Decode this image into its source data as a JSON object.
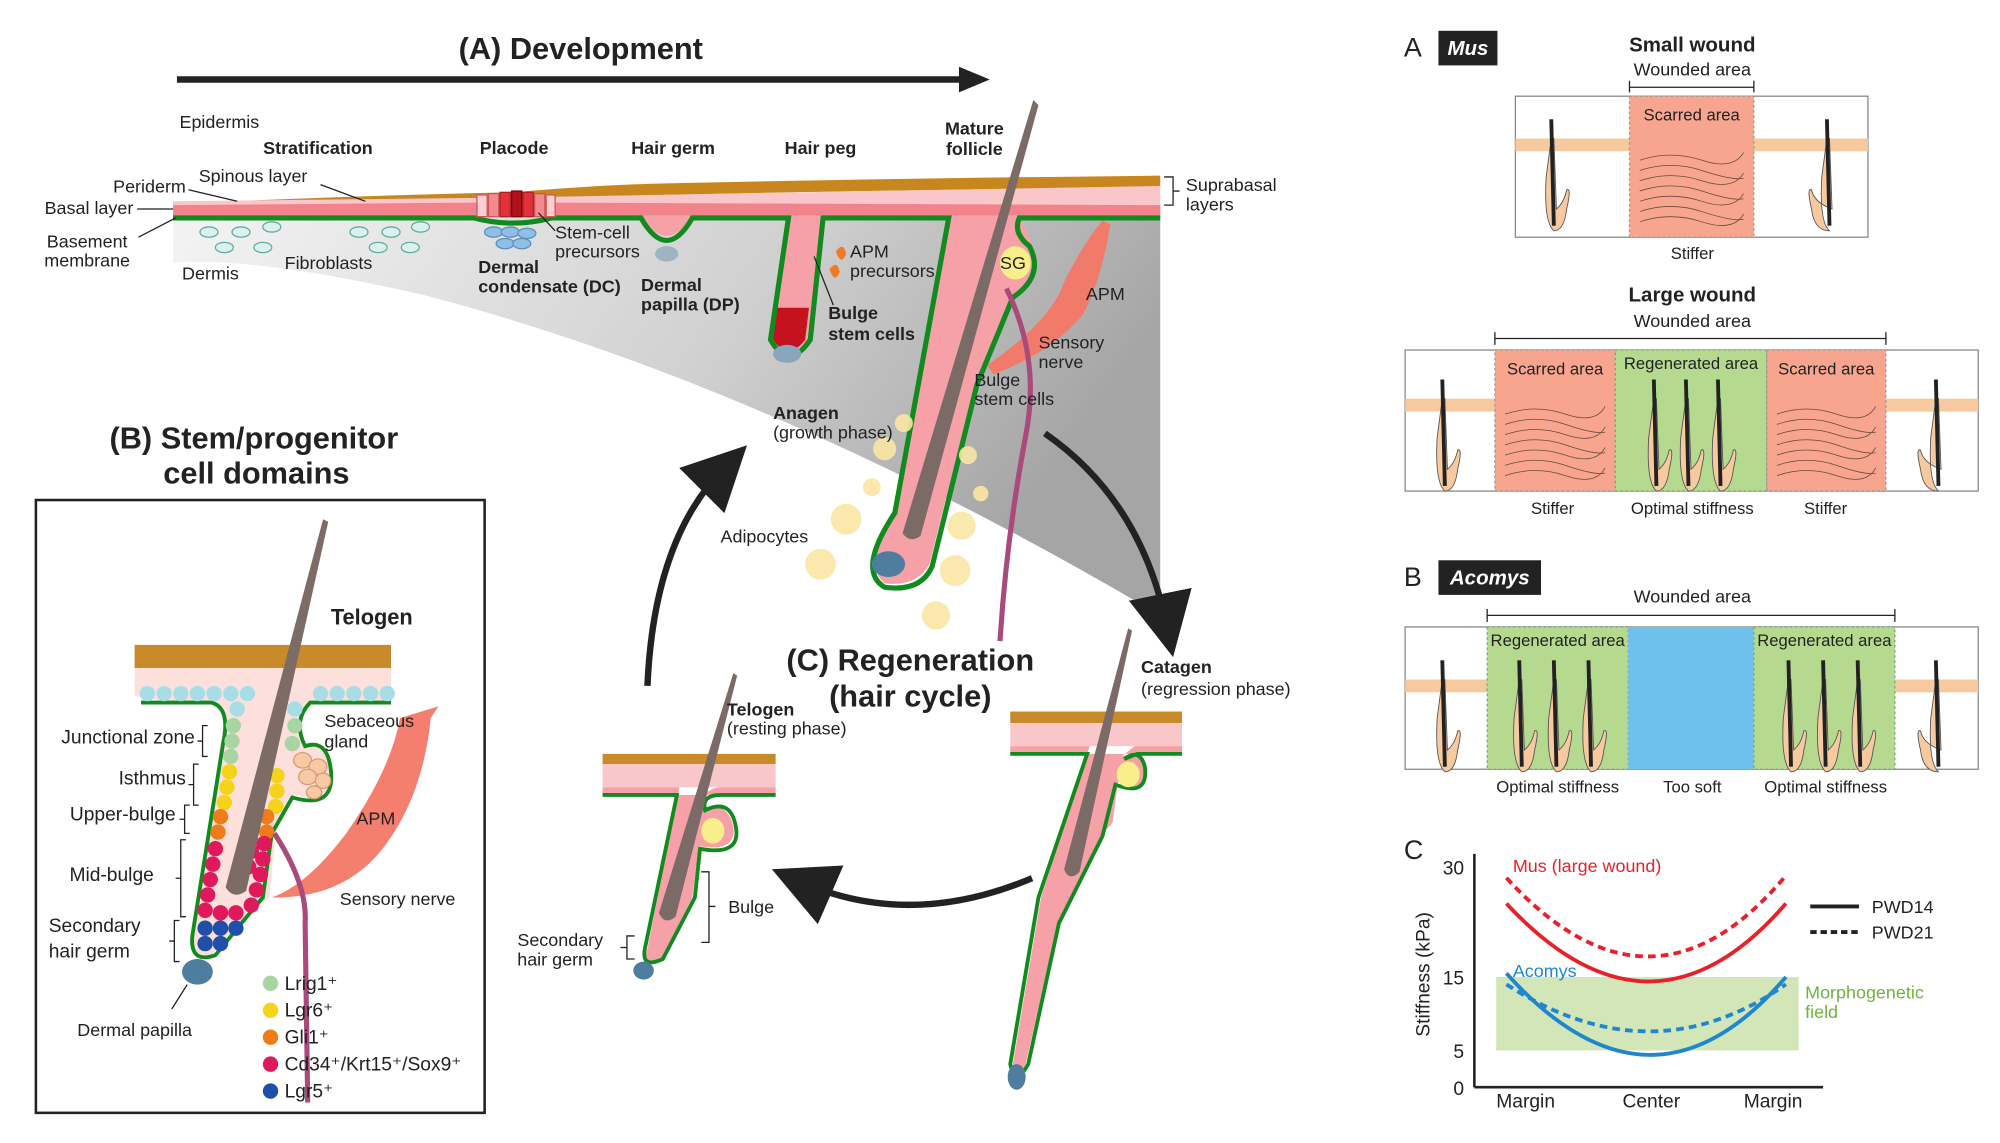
{
  "panel_a": {
    "title": "(A) Development",
    "stages": [
      "Epidermis",
      "Stratification",
      "Placode",
      "Hair germ",
      "Hair peg",
      "Mature",
      "follicle"
    ],
    "labels": {
      "periderm": "Periderm",
      "spinous": "Spinous layer",
      "basal": "Basal layer",
      "basement1": "Basement",
      "basement2": "membrane",
      "dermis": "Dermis",
      "fibroblasts": "Fibroblasts",
      "stemcell1": "Stem-cell",
      "stemcell2": "precursors",
      "dc1": "Dermal",
      "dc2": "condensate (DC)",
      "dp1": "Dermal",
      "dp2": "papilla (DP)",
      "apm_prec1": "APM",
      "apm_prec2": "precursors",
      "bulge1_1": "Bulge",
      "bulge1_2": "stem cells",
      "sg": "SG",
      "apm": "APM",
      "nerve1": "Sensory",
      "nerve2": "nerve",
      "bulge2_1": "Bulge",
      "bulge2_2": "stem cells",
      "anagen": "Anagen",
      "anagen_sub": "(growth phase)",
      "adipocytes": "Adipocytes",
      "suprabasal1": "Suprabasal",
      "suprabasal2": "layers"
    }
  },
  "panel_b": {
    "title1": "(B) Stem/progenitor",
    "title2": "cell domains",
    "telogen": "Telogen",
    "zones": [
      "Junctional zone",
      "Isthmus",
      "Upper-bulge",
      "Mid-bulge",
      "Secondary",
      "hair germ"
    ],
    "sebaceous1": "Sebaceous",
    "sebaceous2": "gland",
    "apm": "APM",
    "nerve": "Sensory nerve",
    "dermal_papilla": "Dermal papilla",
    "legend": [
      {
        "label": "Lrig1⁺",
        "color": "#a8d5a2"
      },
      {
        "label": "Lgr6⁺",
        "color": "#f5d31a"
      },
      {
        "label": "Gli1⁺",
        "color": "#ef7b1a"
      },
      {
        "label": "Cd34⁺/Krt15⁺/Sox9⁺",
        "color": "#e0185c"
      },
      {
        "label": "Lgr5⁺",
        "color": "#1f4fa8"
      }
    ]
  },
  "panel_c": {
    "title1": "(C) Regeneration",
    "title2": "(hair cycle)",
    "catagen": "Catagen",
    "catagen_sub": "(regression phase)",
    "telogen": "Telogen",
    "telogen_sub": "(resting phase)",
    "bulge": "Bulge",
    "shg1": "Secondary",
    "shg2": "hair germ"
  },
  "right": {
    "a_letter": "A",
    "mus": "Mus",
    "small_wound": "Small wound",
    "wounded_area": "Wounded area",
    "scarred_area": "Scarred area",
    "regenerated_area": "Regenerated area",
    "stiffer": "Stiffer",
    "large_wound": "Large wound",
    "optimal": "Optimal stiffness",
    "b_letter": "B",
    "acomys": "Acomys",
    "too_soft": "Too soft",
    "c_letter": "C",
    "colors": {
      "scar": "#f7a58e",
      "regen": "#b5d98f",
      "soft": "#6ec1ea",
      "skin": "#f7c99e"
    }
  },
  "chart_data": {
    "type": "line",
    "ylabel": "Stiffness (kPa)",
    "xlabel": "",
    "categories": [
      "Margin",
      "Center",
      "Margin"
    ],
    "yticks": [
      0,
      5,
      15,
      30
    ],
    "ylim": [
      0,
      30
    ],
    "grid": false,
    "legend_position": "right",
    "legend": [
      {
        "label": "PWD14",
        "style": "solid"
      },
      {
        "label": "PWD21",
        "style": "dashed"
      }
    ],
    "band": {
      "label1": "Morphogenetic",
      "label2": "field",
      "range": [
        5,
        15
      ],
      "color": "#d3e6b8"
    },
    "series": [
      {
        "name": "Mus (large wound)",
        "day": "PWD14",
        "style": "solid",
        "color": "#e8202a",
        "values": [
          25,
          14.4,
          25
        ]
      },
      {
        "name": "Mus (large wound)",
        "day": "PWD21",
        "style": "dashed",
        "color": "#e8202a",
        "values": [
          28.5,
          17.8,
          28.8
        ]
      },
      {
        "name": "Acomys",
        "day": "PWD14",
        "style": "solid",
        "color": "#1f86d0",
        "values": [
          15.5,
          4.4,
          15
        ]
      },
      {
        "name": "Acomys",
        "day": "PWD21",
        "style": "dashed",
        "color": "#1f86d0",
        "values": [
          14,
          7.6,
          14
        ]
      }
    ]
  }
}
